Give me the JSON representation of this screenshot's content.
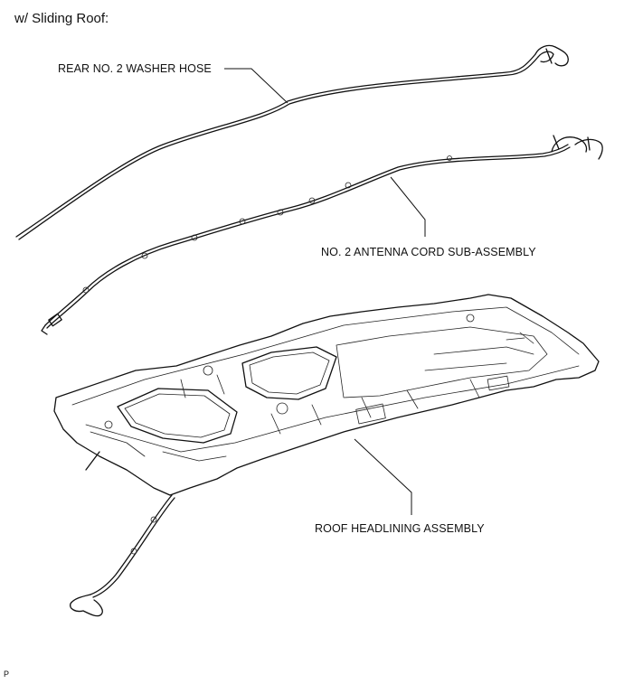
{
  "heading": "w/ Sliding Roof:",
  "labels": {
    "washer_hose": "REAR NO. 2 WASHER HOSE",
    "antenna_cord": "NO. 2 ANTENNA CORD SUB-ASSEMBLY",
    "headlining": "ROOF HEADLINING ASSEMBLY"
  },
  "footer_code": "P"
}
